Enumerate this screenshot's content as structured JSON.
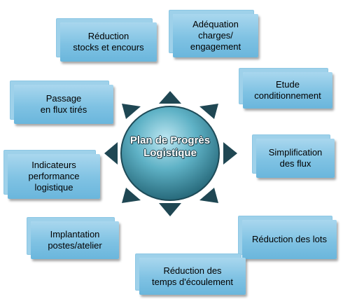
{
  "diagram": {
    "center": {
      "label": "Plan de Progrès\nLogistique"
    },
    "nodes": [
      {
        "id": "reduction-stocks",
        "label": "Réduction\nstocks et encours"
      },
      {
        "id": "adequation",
        "label": "Adéquation\ncharges/\nengagement"
      },
      {
        "id": "passage-flux",
        "label": "Passage\nen flux tirés"
      },
      {
        "id": "etude-conditionnement",
        "label": "Etude\nconditionnement"
      },
      {
        "id": "indicateurs",
        "label": "Indicateurs\nperformance\nlogistique"
      },
      {
        "id": "simplification",
        "label": "Simplification\ndes flux"
      },
      {
        "id": "implantation",
        "label": "Implantation\npostes/atelier"
      },
      {
        "id": "reduction-lots",
        "label": "Réduction des lots"
      },
      {
        "id": "reduction-temps",
        "label": "Réduction des\ntemps d'écoulement"
      }
    ],
    "colors": {
      "box_fill": "#86c5e4",
      "box_border": "#8cc7e4",
      "hub_fill": "#3c93a9",
      "hub_highlight": "#bfe7f2",
      "triangle": "#1f4753"
    }
  }
}
